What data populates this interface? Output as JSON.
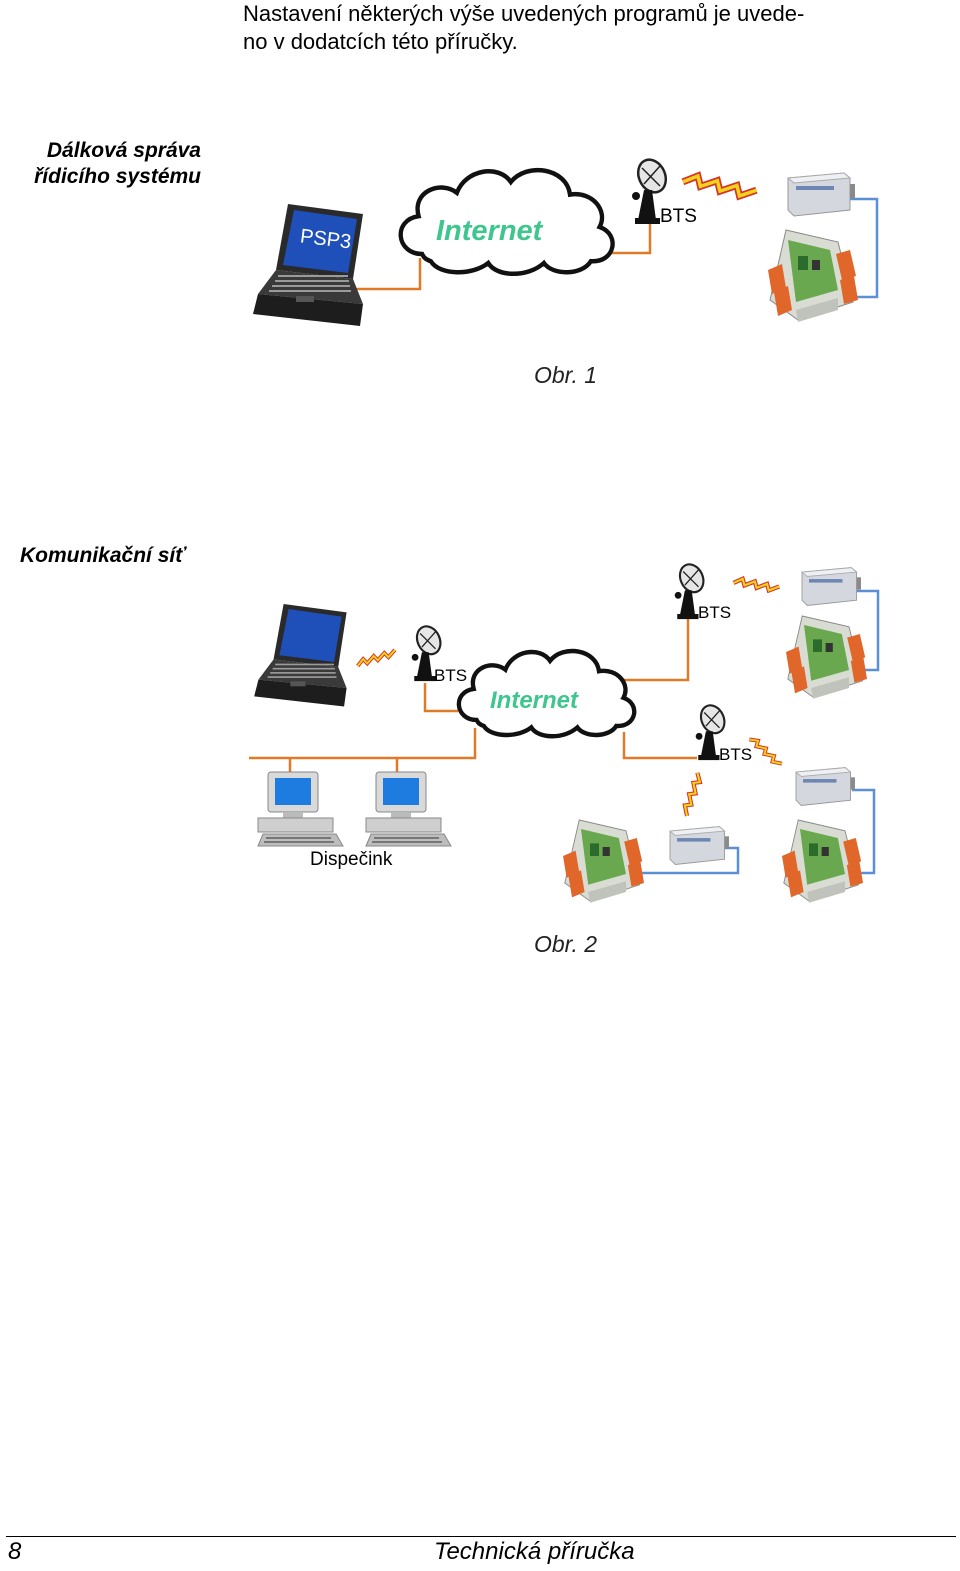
{
  "intro": {
    "line1": "Nastavení některých výše uvedených programů je uvede-",
    "line2": "no v dodatcích této příručky."
  },
  "figure1": {
    "label_line1": "Dálková správa",
    "label_line2": "řídicího systému",
    "laptop_screen": "PSP3",
    "cloud_label": "Internet",
    "bts_label": "BTS",
    "caption": "Obr. 1"
  },
  "figure2": {
    "label": "Komunikační síť",
    "bts_left": "BTS",
    "bts_top": "BTS",
    "bts_right": "BTS",
    "cloud_label": "Internet",
    "dispatch_label": "Dispečink",
    "caption": "Obr. 2"
  },
  "footer": {
    "page_number": "8",
    "title": "Technická příručka"
  },
  "colors": {
    "line_orange": "#e07a26",
    "line_blue": "#5b8fd6",
    "internet_green": "#3fc58e",
    "lightning_yellow": "#f2d31b",
    "lightning_red": "#d6332b"
  }
}
